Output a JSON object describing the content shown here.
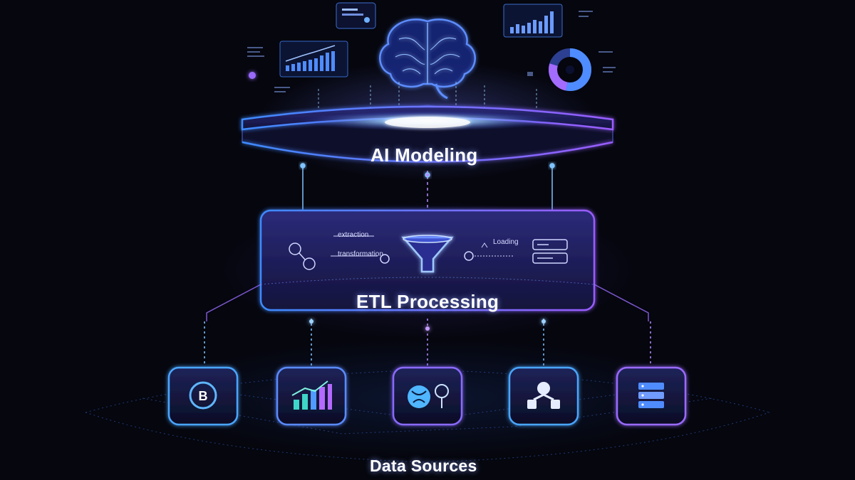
{
  "layers": {
    "top": {
      "label": "AI Modeling"
    },
    "middle": {
      "label": "ETL Processing"
    },
    "bottom": {
      "label": "Data Sources"
    }
  },
  "etl_steps": {
    "extraction": "extraction",
    "transformation": "transformation",
    "loading": "Loading"
  },
  "source_icons": [
    "b-logo-icon",
    "bar-chart-icon",
    "globe-icon",
    "cloud-network-icon",
    "server-stack-icon"
  ],
  "colors": {
    "background": "#05060e",
    "accent_blue": "#3d8bff",
    "accent_purple": "#8a5cff",
    "glow": "#7fc4ff"
  }
}
